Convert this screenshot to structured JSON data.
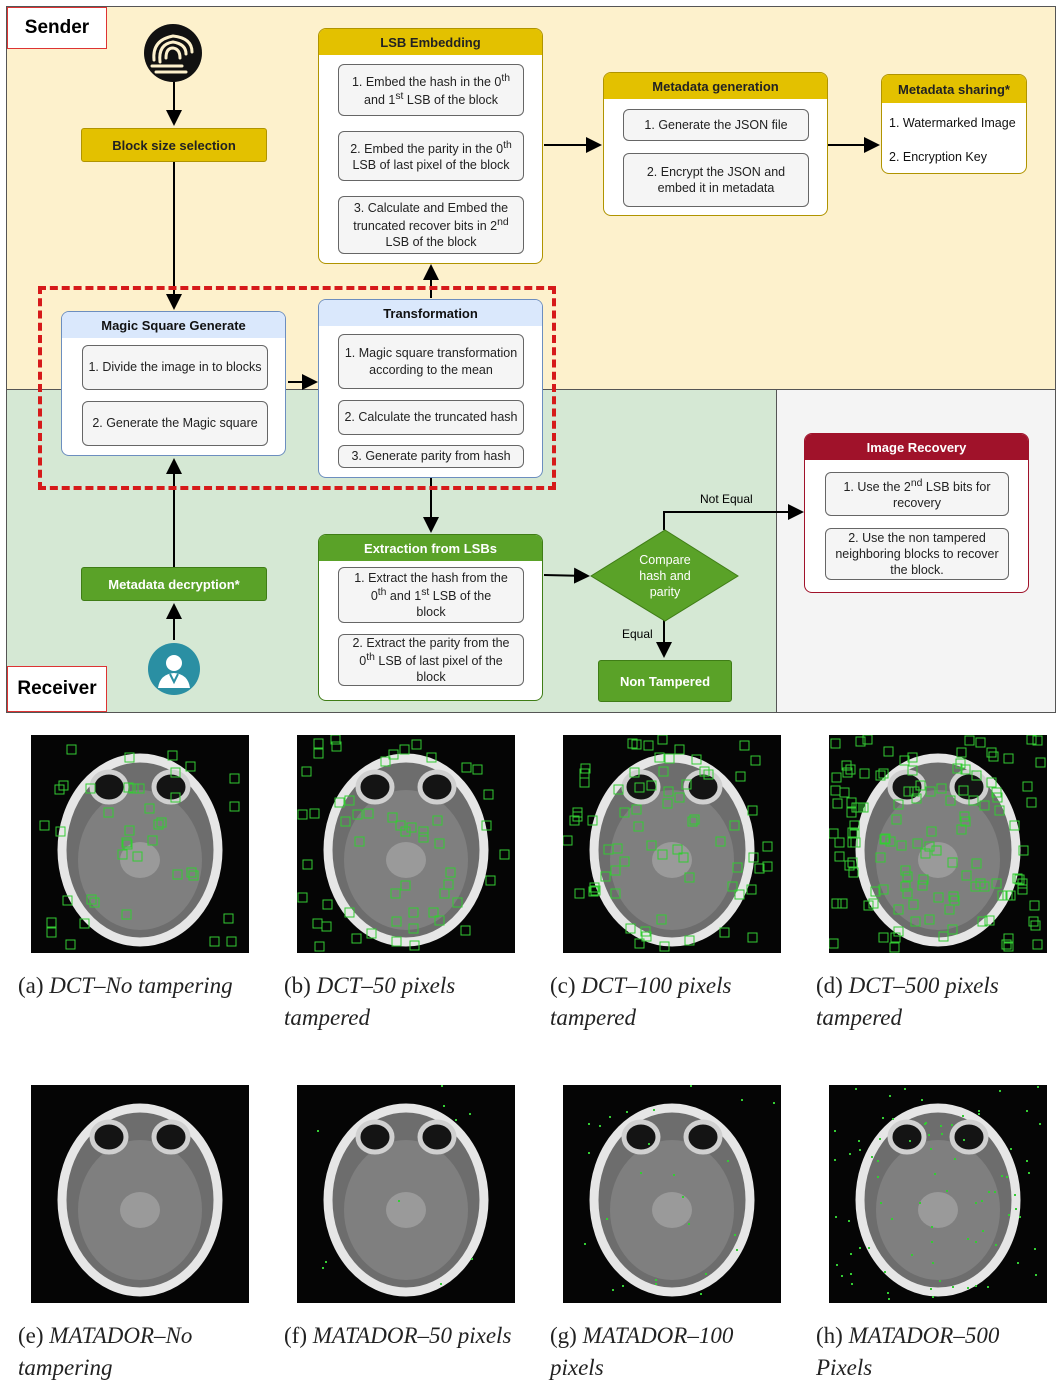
{
  "regions": {
    "sender": "Sender",
    "receiver": "Receiver"
  },
  "block_size": "Block size selection",
  "lsb": {
    "title": "LSB Embedding",
    "item1_a": "1. Embed the hash in the 0",
    "item1_sup": "th",
    "item1_b": "and 1",
    "item1_sup2": "st",
    "item1_c": " LSB of the block",
    "item2_a": "2. Embed the parity in the 0",
    "item2_sup": "th",
    "item2_b": "LSB of last pixel of the block",
    "item3_a": "3. Calculate and Embed the",
    "item3_b": "truncated recover bits in 2",
    "item3_sup": "nd",
    "item3_c": "LSB of the block"
  },
  "metagen": {
    "title": "Metadata generation",
    "item1": "1. Generate the JSON file",
    "item2": "2. Encrypt the JSON and embed it in metadata"
  },
  "metashare": {
    "title": "Metadata sharing*",
    "item1": "1. Watermarked Image",
    "item2": "2. Encryption Key"
  },
  "magic": {
    "title": "Magic Square Generate",
    "item1": "1. Divide the image in to blocks",
    "item2": "2. Generate the Magic square"
  },
  "transform": {
    "title": "Transformation",
    "item1": "1. Magic square transformation according to the mean",
    "item2": "2. Calculate the truncated hash",
    "item3": "3. Generate parity from hash"
  },
  "extract": {
    "title": "Extraction from LSBs",
    "item1_a": "1. Extract the hash from the",
    "item1_b": "0",
    "item1_sup": "th",
    "item1_c": " and 1",
    "item1_sup2": "st",
    "item1_d": " LSB of the",
    "item1_e": "block",
    "item2_a": "2. Extract the parity from the",
    "item2_b": "0",
    "item2_sup": "th",
    "item2_c": " LSB of last pixel of the",
    "item2_d": "block"
  },
  "decrypt": "Metadata decryption*",
  "compare": {
    "line1": "Compare",
    "line2": "hash and",
    "line3": "parity"
  },
  "not_equal": "Not Equal",
  "equal": "Equal",
  "non_tampered": "Non Tampered",
  "recovery": {
    "title": "Image Recovery",
    "item1_a": "1. Use the 2",
    "item1_sup": "nd",
    "item1_b": " LSB bits for",
    "item1_c": "recovery",
    "item2": "2. Use the non tampered neighboring blocks to recover the block."
  },
  "captions": [
    {
      "id": "(a)",
      "text": "DCT–No tampering"
    },
    {
      "id": "(b)",
      "text": "DCT–50 pixels tampered"
    },
    {
      "id": "(c)",
      "text": "DCT–100 pixels tampered"
    },
    {
      "id": "(d)",
      "text": "DCT–500 pixels tampered"
    },
    {
      "id": "(e)",
      "text": "MATADOR–No tampering"
    },
    {
      "id": "(f)",
      "text": "MATADOR–50 pixels"
    },
    {
      "id": "(g)",
      "text": "MATADOR–100 pixels"
    },
    {
      "id": "(h)",
      "text": "MATADOR–500 Pixels"
    }
  ],
  "colors": {
    "sender_bg": "#fdf1cc",
    "receiver_bg": "#d5e8d4",
    "recovery_bg": "#f4f4f4",
    "yellow": "#e3c100",
    "green": "#5aa228",
    "blue_head": "#dae8fc",
    "recovery_head": "#a0122a",
    "dashed_red": "#d61a1a",
    "mark_green": "#33cc33"
  },
  "icons": {
    "sender": "fingerprint-icon",
    "receiver": "doctor-avatar-icon"
  }
}
